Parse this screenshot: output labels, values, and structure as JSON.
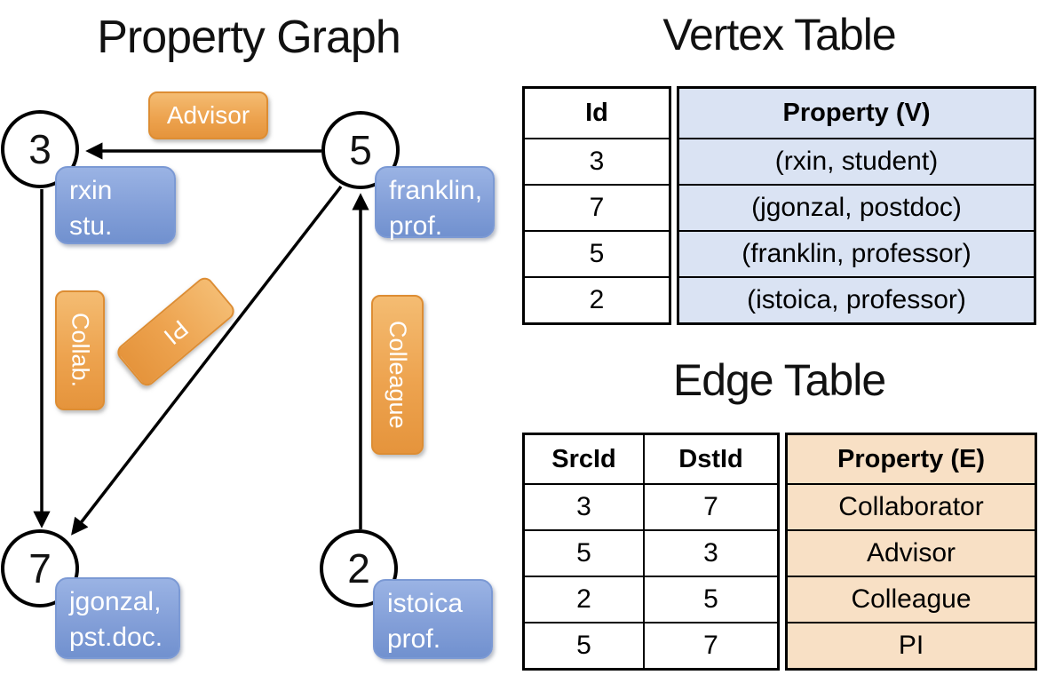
{
  "colors": {
    "edge_label_orange_top": "#f4bc72",
    "edge_label_orange_bottom": "#e5943c",
    "vertex_label_blue_top": "#9ab3e4",
    "vertex_label_blue_bottom": "#7191cf",
    "vertex_property_cell_fill": "#dae3f3",
    "edge_property_cell_fill": "#f8e0c5",
    "line_color": "#000000"
  },
  "graph": {
    "title": "Property Graph",
    "vertices": [
      {
        "id": "3",
        "name": "rxin",
        "role": "stu."
      },
      {
        "id": "5",
        "name": "franklin,",
        "role": "prof."
      },
      {
        "id": "7",
        "name": "jgonzal,",
        "role": "pst.doc."
      },
      {
        "id": "2",
        "name": "istoica",
        "role": "prof."
      }
    ],
    "edges": [
      {
        "src": "5",
        "dst": "3",
        "label": "Advisor"
      },
      {
        "src": "3",
        "dst": "7",
        "label": "Collab."
      },
      {
        "src": "5",
        "dst": "7",
        "label": "PI"
      },
      {
        "src": "2",
        "dst": "5",
        "label": "Colleague"
      }
    ]
  },
  "vertex_table": {
    "title": "Vertex Table",
    "columns": [
      "Id",
      "Property (V)"
    ],
    "rows": [
      [
        "3",
        "(rxin, student)"
      ],
      [
        "7",
        "(jgonzal, postdoc)"
      ],
      [
        "5",
        "(franklin, professor)"
      ],
      [
        "2",
        "(istoica, professor)"
      ]
    ]
  },
  "edge_table": {
    "title": "Edge Table",
    "columns": [
      "SrcId",
      "DstId",
      "Property (E)"
    ],
    "rows": [
      [
        "3",
        "7",
        "Collaborator"
      ],
      [
        "5",
        "3",
        "Advisor"
      ],
      [
        "2",
        "5",
        "Colleague"
      ],
      [
        "5",
        "7",
        "PI"
      ]
    ]
  }
}
